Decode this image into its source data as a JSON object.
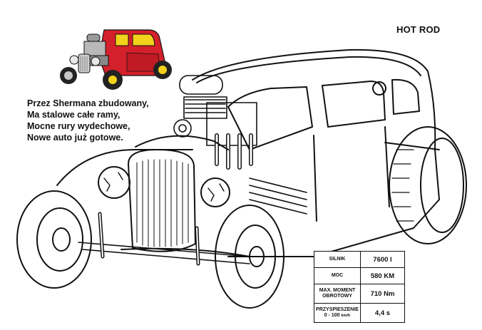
{
  "title": "HOT ROD",
  "poem": {
    "lines": [
      "Przez Shermana zbudowany,",
      "Ma stalowe całe ramy,",
      "Mocne rury wydechowe,",
      "Nowe auto już gotowe."
    ]
  },
  "specs": [
    {
      "label": "SILNIK",
      "value": "7600 l"
    },
    {
      "label": "MOC",
      "value": "580 KM"
    },
    {
      "label_line1": "MAX. MOMENT",
      "label_line2": "OBROTOWY",
      "value": "710 Nm"
    },
    {
      "label_line1": "PRZYSPIESZENIE",
      "label_line2": "0 - 100",
      "label_unit": "km/h",
      "value": "4,4 s"
    }
  ],
  "colors": {
    "body_red": "#d4202a",
    "lamp_yellow": "#f2d21b",
    "chrome": "#b9b9b9",
    "ink": "#111111"
  }
}
